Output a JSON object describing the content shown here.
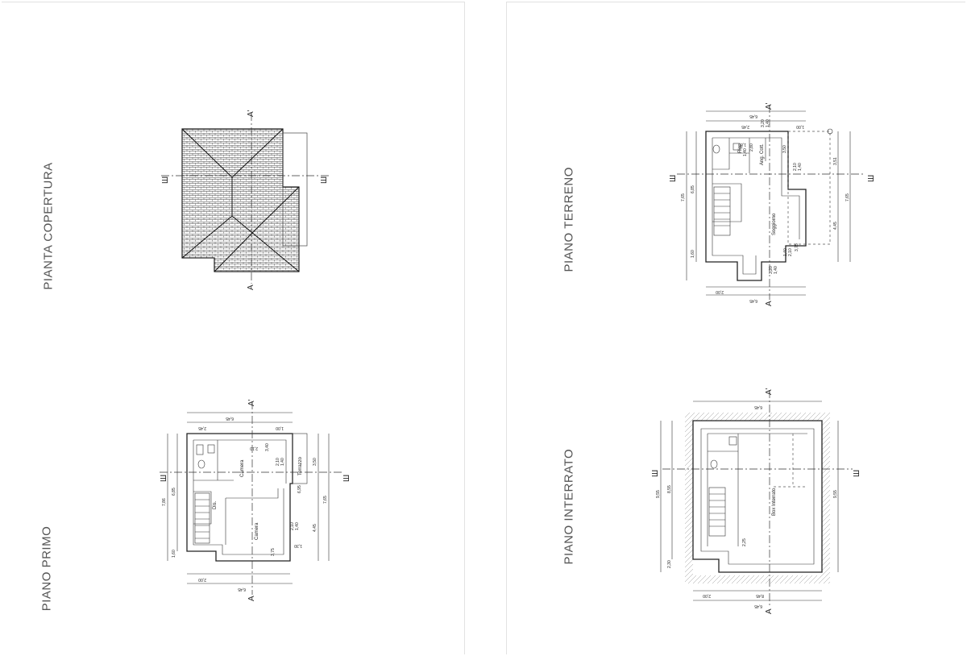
{
  "plans": {
    "copertura": {
      "title": "PIANTA COPERTURA",
      "section_top": "A'",
      "section_bottom": "A",
      "cut": "Ш"
    },
    "terreno": {
      "title": "PIANO TERRENO",
      "section_top": "A'",
      "section_bottom": "A",
      "cut": "Ш",
      "rooms": {
        "rip": "Rip.",
        "ang_cott": "Ang. Cott.",
        "soggiorno": "Soggiorno"
      },
      "dims": [
        "6,45",
        "2,45",
        "1,00",
        "3,20",
        "1,40",
        "1,80",
        "2,80",
        "1,40",
        "3,50",
        "2,10",
        "1,40",
        "7,65",
        "6,85",
        "3,51",
        "4,45",
        "7,65",
        "1,60",
        "2,00",
        "6,45",
        "3,20",
        "1,40",
        "3,75",
        "2,10",
        "1,40"
      ]
    },
    "primo": {
      "title": "PIANO PRIMO",
      "section_top": "A'",
      "section_bottom": "A",
      "cut": "Ш",
      "rooms": {
        "camera_top": "Camera",
        "camera_bottom": "Camera",
        "terrazzo": "Terrazzo",
        "dis": "Dis."
      },
      "dims": [
        "6,45",
        "2,45",
        "1,00",
        "3,40",
        "2,10",
        "2,10",
        "1,40",
        "7,86",
        "6,85",
        "3,50",
        "6,95",
        "4,45",
        "7,65",
        "1,60",
        "2,00",
        "6,45",
        "2,10",
        "1,40",
        "1,30",
        "3,75"
      ]
    },
    "interrato": {
      "title": "PIANO INTERRATO",
      "section_top": "A'",
      "section_bottom": "A",
      "cut": "Ш",
      "rooms": {
        "box": "Box Interrato"
      },
      "dims": [
        "6,45",
        "9,55",
        "8,55",
        "2,30",
        "9,55",
        "2,25",
        "2,00",
        "8,45",
        "6,45"
      ]
    }
  }
}
